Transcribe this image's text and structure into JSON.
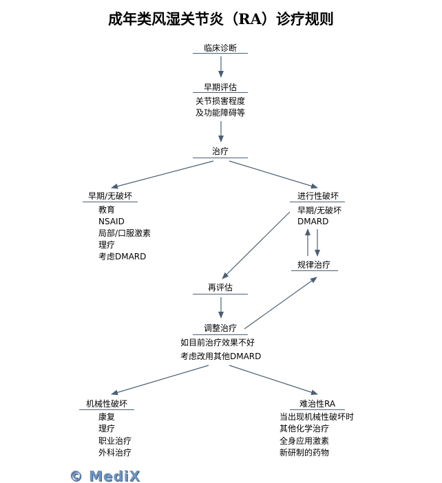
{
  "title": "成年类风湿关节炎（RA）诊疗规则",
  "nodes": {
    "diagnosis": "临床诊断",
    "early_eval": {
      "label": "早期评估",
      "lines": [
        "关节损害程度",
        "及功能障碍等"
      ]
    },
    "treatment": "治疗",
    "early_no_damage": {
      "label": "早期/无破坏",
      "items": [
        "教育",
        "NSAID",
        "局部/口服激素",
        "理疗",
        "考虑DMARD"
      ]
    },
    "progressive": {
      "label": "进行性破坏",
      "items": [
        "早期/无破坏",
        "DMARD"
      ]
    },
    "regular": "规律治疗",
    "reeval": "再评估",
    "adjust": {
      "label": "调整治疗",
      "lines": [
        "如目前治疗效果不好",
        "考虑改用其他DMARD"
      ]
    },
    "mechanical": {
      "label": "机械性破坏",
      "items": [
        "康复",
        "理疗",
        "职业治疗",
        "外科治疗"
      ]
    },
    "refractory": {
      "label": "难治性RA",
      "items": [
        "当出现机械性破坏时",
        "其他化学治疗",
        "全身应用激素",
        "新研制的药物"
      ]
    }
  },
  "logo": "© MediX",
  "colors": {
    "arrow": "#4a5f73",
    "logo": "#6f93bf"
  }
}
